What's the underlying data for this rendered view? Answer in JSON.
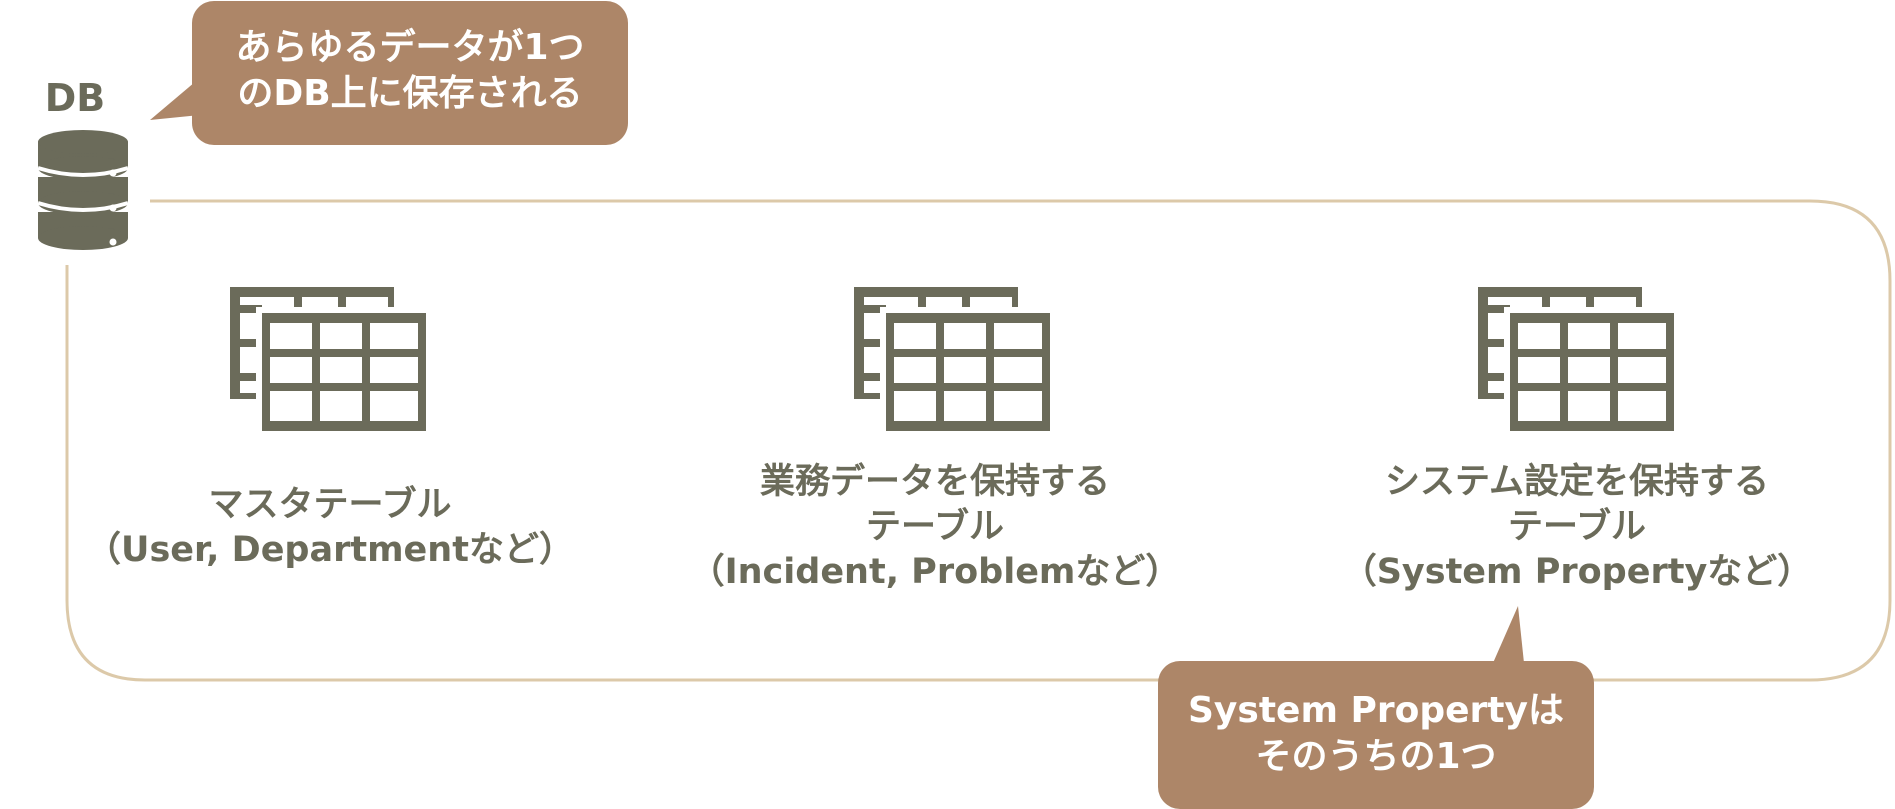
{
  "colors": {
    "icon": "#6b6b5a",
    "callout": "#ad8668",
    "container_border": "#dcc9a9",
    "text": "#6b6b5a",
    "callout_text": "#ffffff"
  },
  "database": {
    "title": "DB",
    "icon": "database-icon"
  },
  "callout_top": {
    "line1": "あらゆるデータが1つ",
    "line2": "のDB上に保存される"
  },
  "tables": [
    {
      "icon": "table-icon",
      "line1": "マスタテーブル",
      "line2": "（User, Departmentなど）"
    },
    {
      "icon": "table-icon",
      "line1": "業務データを保持する",
      "line2": "テーブル",
      "line3": "（Incident, Problemなど）"
    },
    {
      "icon": "table-icon",
      "line1": "システム設定を保持する",
      "line2": "テーブル",
      "line3": "（System Propertyなど）"
    }
  ],
  "callout_bottom": {
    "line1": "System Propertyは",
    "line2": "そのうちの1つ"
  }
}
